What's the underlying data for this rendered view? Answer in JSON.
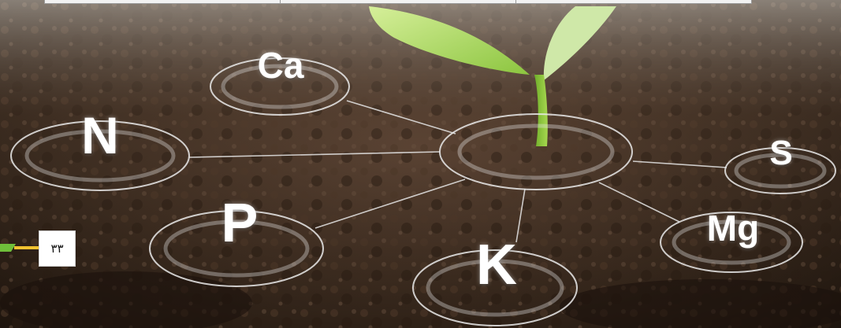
{
  "page_number": "۳۳",
  "nutrients": [
    {
      "symbol": "Ca"
    },
    {
      "symbol": "N"
    },
    {
      "symbol": "P"
    },
    {
      "symbol": "K"
    },
    {
      "symbol": "Mg"
    },
    {
      "symbol": "S"
    }
  ],
  "colors": {
    "accent_green": "#6fbf3a",
    "accent_yellow": "#f2c230",
    "ring": "#e8e8e8",
    "soil_dark": "#241810"
  }
}
